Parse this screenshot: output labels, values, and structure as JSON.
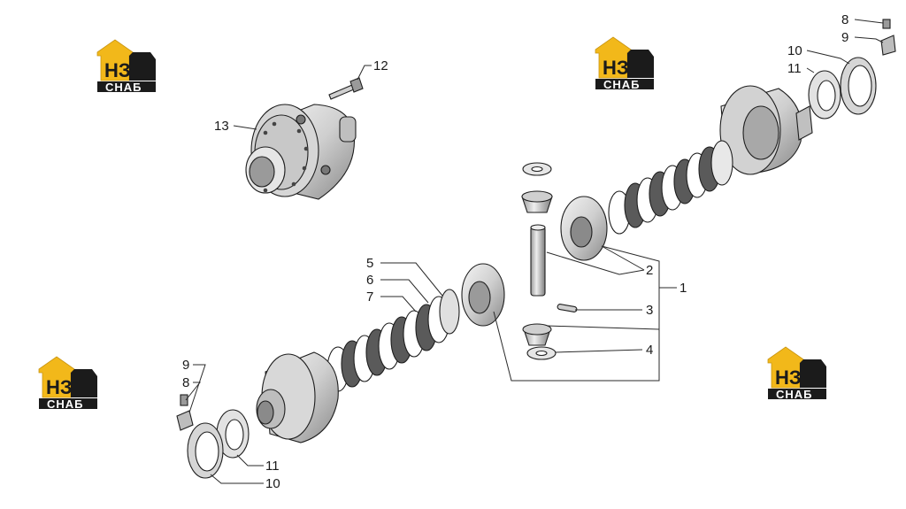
{
  "callouts": {
    "c1": "1",
    "c2": "2",
    "c3": "3",
    "c4": "4",
    "c5": "5",
    "c6": "6",
    "c7": "7",
    "c8a": "8",
    "c8b": "8",
    "c9a": "9",
    "c9b": "9",
    "c10a": "10",
    "c10b": "10",
    "c11a": "11",
    "c11b": "11",
    "c12": "12",
    "c13": "13"
  },
  "logo": {
    "brand": "НЗ",
    "caption": "СНАБ",
    "colors": {
      "roof": "#f2b81a",
      "dark": "#1b1b1b",
      "text": "#ffffff"
    }
  },
  "colors": {
    "line": "#1e1e1e",
    "part_fill": "#d9d9d9",
    "part_shade": "#8e8e8e",
    "disc": "#5a5a5a"
  }
}
